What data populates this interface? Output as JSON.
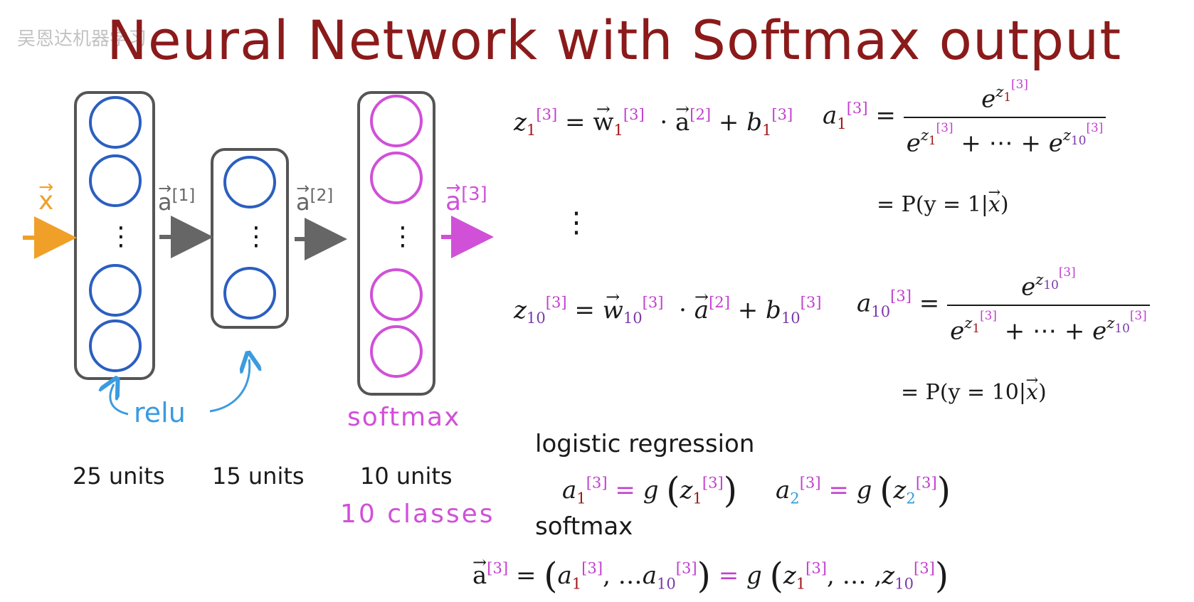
{
  "title": "Neural Network with Softmax output",
  "watermark": "吴恩达机器学习",
  "network": {
    "input_label": "x",
    "a1_label": "a",
    "a1_sup": "[1]",
    "a2_label": "a",
    "a2_sup": "[2]",
    "a3_label": "a",
    "a3_sup": "[3]",
    "dots": "⋮",
    "relu": "relu",
    "softmax_hand": "softmax",
    "units": [
      "25 units",
      "15 units",
      "10 units"
    ],
    "classes": "10 classes",
    "colors": {
      "input": "#f0a028",
      "hidden": "#2b5fc0",
      "output": "#d050d8",
      "arrow": "#666666",
      "relu": "#3a9be0"
    }
  },
  "equations": {
    "z1": {
      "z": "z",
      "sub": "1",
      "sup": "[3]",
      "eq": "=",
      "w": "w",
      "dot": "·",
      "a": "a",
      "a_sup": "[2]",
      "plus": "+",
      "b": "b"
    },
    "a1": {
      "a": "a",
      "sub": "1",
      "sup": "[3]",
      "eq": "=",
      "e": "e",
      "z": "z",
      "ellipsis": "+ ⋯ +",
      "sub10": "10",
      "prob": "= P(y = 1|",
      "x": "x",
      "close": ")"
    },
    "vdots": "⋮",
    "z10": {
      "sub": "10",
      "prob": "= P(y = 10|"
    },
    "logistic_label": "logistic regression",
    "softmax_label": "softmax",
    "g": "g",
    "ellipsis_dots": ", … ,",
    "comma_dots": ", …",
    "sub2": "2"
  }
}
